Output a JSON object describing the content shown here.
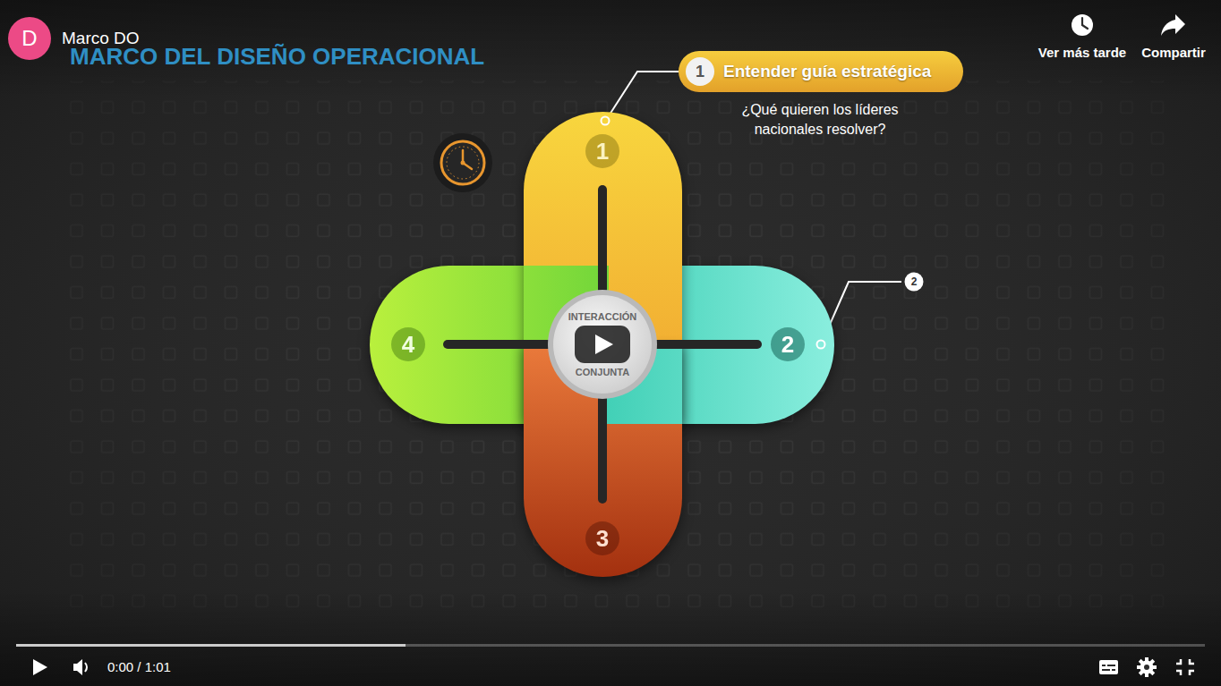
{
  "diagram": {
    "title": "MARCO DEL DISEÑO OPERACIONAL",
    "nodes": [
      {
        "text": [
          "D"
        ]
      },
      {
        "text": [
          "Entender guía estratégica"
        ]
      },
      {
        "text": [
          "1"
        ],
        "in": 1
      },
      {
        "text": [
          "1"
        ]
      },
      {
        "text": [
          "2"
        ]
      },
      {
        "text": [
          "4"
        ]
      },
      {
        "text": [
          "INTERACCIÓN CONJUNTA"
        ]
      },
      {
        "text": [
          "2"
        ]
      },
      {
        "text": [
          "3"
        ]
      }
    ],
    "edges": [
      {
        "from": 3,
        "to": 1,
        "arrow": "none"
      },
      {
        "from": 7,
        "to": 4,
        "arrow": "none"
      }
    ],
    "labels": [
      "Marco DO",
      "Ver más tarde",
      "Compartir",
      "¿Qué quieren los líderes nacionales resolver?",
      "0:00 / 1:01"
    ]
  }
}
